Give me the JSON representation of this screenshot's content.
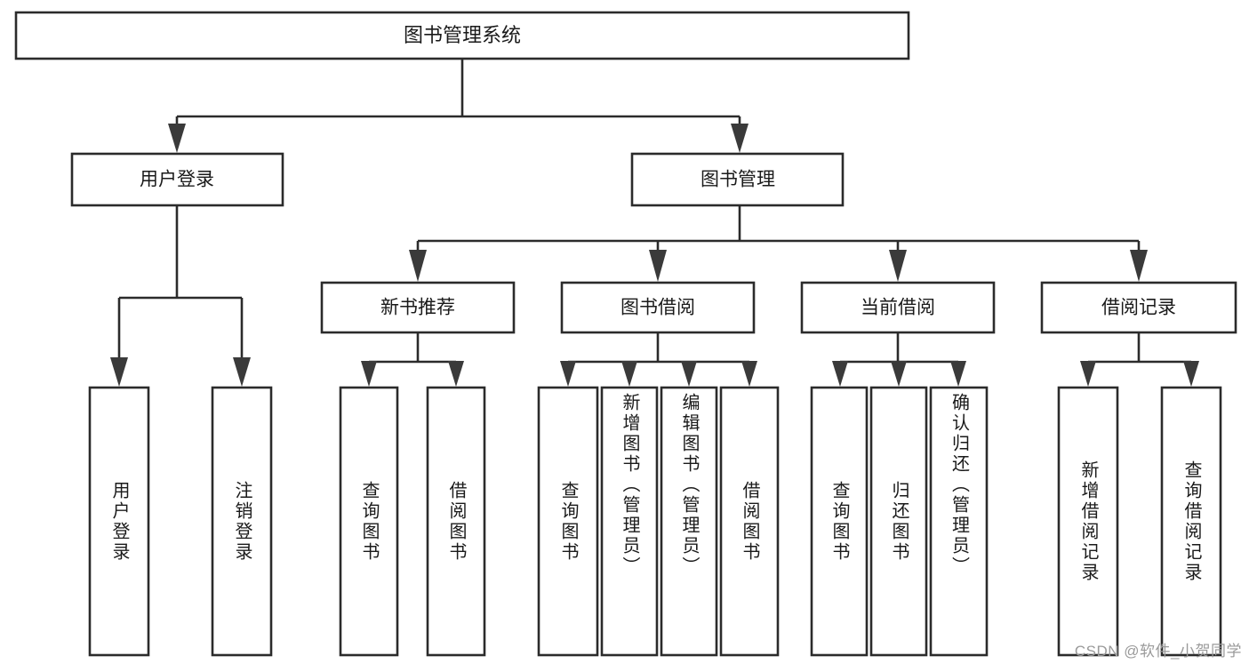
{
  "diagram": {
    "title": "图书管理系统",
    "type": "tree",
    "watermark": "CSDN @软件_小贺同学",
    "colors": {
      "box_fill": "#ffffff",
      "box_stroke": "#2b2b2b",
      "connector": "#2b2b2b",
      "text": "#1a1a1a",
      "watermark": "#9a9a9a",
      "background": "#ffffff"
    },
    "root": {
      "label": "图书管理系统",
      "level": 1
    },
    "level2": [
      {
        "label": "用户登录"
      },
      {
        "label": "图书管理"
      }
    ],
    "level3": [
      {
        "label": "新书推荐"
      },
      {
        "label": "图书借阅"
      },
      {
        "label": "当前借阅"
      },
      {
        "label": "借阅记录"
      }
    ],
    "leaves": {
      "user_login": [
        {
          "label": "用户登录"
        },
        {
          "label": "注销登录"
        }
      ],
      "new_book": [
        {
          "label": "查询图书"
        },
        {
          "label": "借阅图书"
        }
      ],
      "book_borrow": [
        {
          "label": "查询图书"
        },
        {
          "label": "新增图书（管理员）"
        },
        {
          "label": "编辑图书（管理员）"
        },
        {
          "label": "借阅图书"
        }
      ],
      "current_borrow": [
        {
          "label": "查询图书"
        },
        {
          "label": "归还图书"
        },
        {
          "label": "确认归还（管理员）"
        }
      ],
      "borrow_record": [
        {
          "label": "新增借阅记录"
        },
        {
          "label": "查询借阅记录"
        }
      ]
    }
  }
}
